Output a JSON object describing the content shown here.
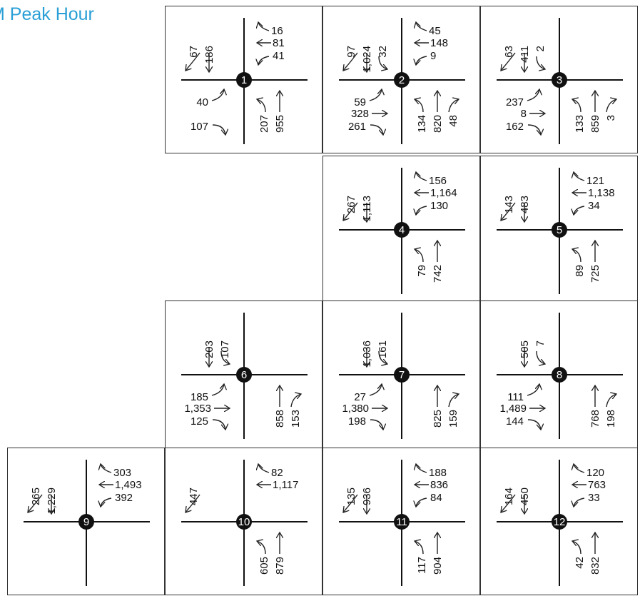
{
  "title": "M Peak Hour",
  "intersections": [
    {
      "id": "1",
      "sb": {
        "right": "67",
        "thru": "186",
        "left": ""
      },
      "wb": {
        "right": "16",
        "thru": "81",
        "left": "41"
      },
      "eb": {
        "left": "40",
        "thru": "",
        "right": "107"
      },
      "nb": {
        "left": "207",
        "thru": "955",
        "right": ""
      }
    },
    {
      "id": "2",
      "sb": {
        "right": "97",
        "thru": "1,024",
        "left": "32"
      },
      "wb": {
        "right": "45",
        "thru": "148",
        "left": "9"
      },
      "eb": {
        "left": "59",
        "thru": "328",
        "right": "261"
      },
      "nb": {
        "left": "134",
        "thru": "820",
        "right": "48"
      }
    },
    {
      "id": "3",
      "sb": {
        "right": "63",
        "thru": "411",
        "left": "2"
      },
      "wb": {
        "right": "",
        "thru": "",
        "left": ""
      },
      "eb": {
        "left": "237",
        "thru": "8",
        "right": "162"
      },
      "nb": {
        "left": "133",
        "thru": "859",
        "right": "3"
      }
    },
    {
      "id": "4",
      "sb": {
        "right": "267",
        "thru": "1,113",
        "left": ""
      },
      "wb": {
        "right": "156",
        "thru": "1,164",
        "left": "130"
      },
      "eb": {
        "left": "",
        "thru": "",
        "right": ""
      },
      "nb": {
        "left": "79",
        "thru": "742",
        "right": ""
      }
    },
    {
      "id": "5",
      "sb": {
        "right": "143",
        "thru": "483",
        "left": ""
      },
      "wb": {
        "right": "121",
        "thru": "1,138",
        "left": "34"
      },
      "eb": {
        "left": "",
        "thru": "",
        "right": ""
      },
      "nb": {
        "left": "89",
        "thru": "725",
        "right": ""
      }
    },
    {
      "id": "6",
      "sb": {
        "right": "",
        "thru": "203",
        "left": "107"
      },
      "wb": {
        "right": "",
        "thru": "",
        "left": ""
      },
      "eb": {
        "left": "185",
        "thru": "1,353",
        "right": "125"
      },
      "nb": {
        "left": "",
        "thru": "858",
        "right": "153"
      }
    },
    {
      "id": "7",
      "sb": {
        "right": "",
        "thru": "1,036",
        "left": "161"
      },
      "wb": {
        "right": "",
        "thru": "",
        "left": ""
      },
      "eb": {
        "left": "27",
        "thru": "1,380",
        "right": "198"
      },
      "nb": {
        "left": "",
        "thru": "825",
        "right": "159"
      }
    },
    {
      "id": "8",
      "sb": {
        "right": "",
        "thru": "505",
        "left": "7"
      },
      "wb": {
        "right": "",
        "thru": "",
        "left": ""
      },
      "eb": {
        "left": "111",
        "thru": "1,489",
        "right": "144"
      },
      "nb": {
        "left": "",
        "thru": "768",
        "right": "198"
      }
    },
    {
      "id": "9",
      "sb": {
        "right": "265",
        "thru": "1,229",
        "left": ""
      },
      "wb": {
        "right": "303",
        "thru": "1,493",
        "left": "392"
      },
      "eb": {
        "left": "",
        "thru": "",
        "right": ""
      },
      "nb": {
        "left": "",
        "thru": "",
        "right": ""
      }
    },
    {
      "id": "10",
      "sb": {
        "right": "447",
        "thru": "",
        "left": ""
      },
      "wb": {
        "right": "82",
        "thru": "1,117",
        "left": ""
      },
      "eb": {
        "left": "",
        "thru": "",
        "right": ""
      },
      "nb": {
        "left": "605",
        "thru": "879",
        "right": ""
      }
    },
    {
      "id": "11",
      "sb": {
        "right": "135",
        "thru": "936",
        "left": ""
      },
      "wb": {
        "right": "188",
        "thru": "836",
        "left": "84"
      },
      "eb": {
        "left": "",
        "thru": "",
        "right": ""
      },
      "nb": {
        "left": "117",
        "thru": "904",
        "right": ""
      }
    },
    {
      "id": "12",
      "sb": {
        "right": "164",
        "thru": "450",
        "left": ""
      },
      "wb": {
        "right": "120",
        "thru": "763",
        "left": "33"
      },
      "eb": {
        "left": "",
        "thru": "",
        "right": ""
      },
      "nb": {
        "left": "42",
        "thru": "832",
        "right": ""
      }
    }
  ]
}
